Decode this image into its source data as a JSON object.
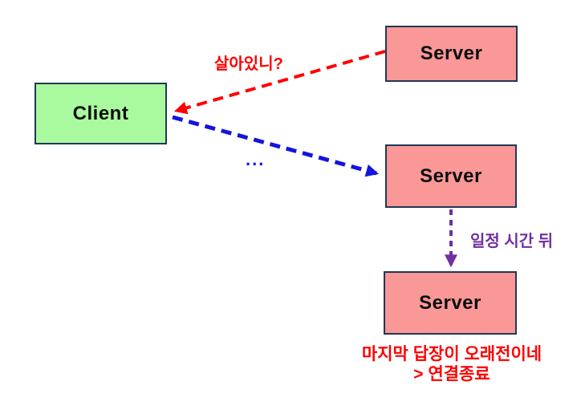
{
  "diagram": {
    "client": {
      "label": "Client"
    },
    "servers": [
      {
        "label": "Server"
      },
      {
        "label": "Server"
      },
      {
        "label": "Server"
      }
    ],
    "labels": {
      "alive_check": "살아있니?",
      "ellipsis": "...",
      "after_time": "일정 시간 뒤",
      "timeout_line1": "마지막 답장이 오래전이네",
      "timeout_line2": "> 연결종료"
    }
  },
  "theme": {
    "background": "#ffffff",
    "client_fill": "#a9fa9e",
    "server_fill": "#fa9797",
    "box_border": "#1f3856",
    "red": "#ff0000",
    "blue": "#1414dc",
    "purple": "#7030a0"
  }
}
